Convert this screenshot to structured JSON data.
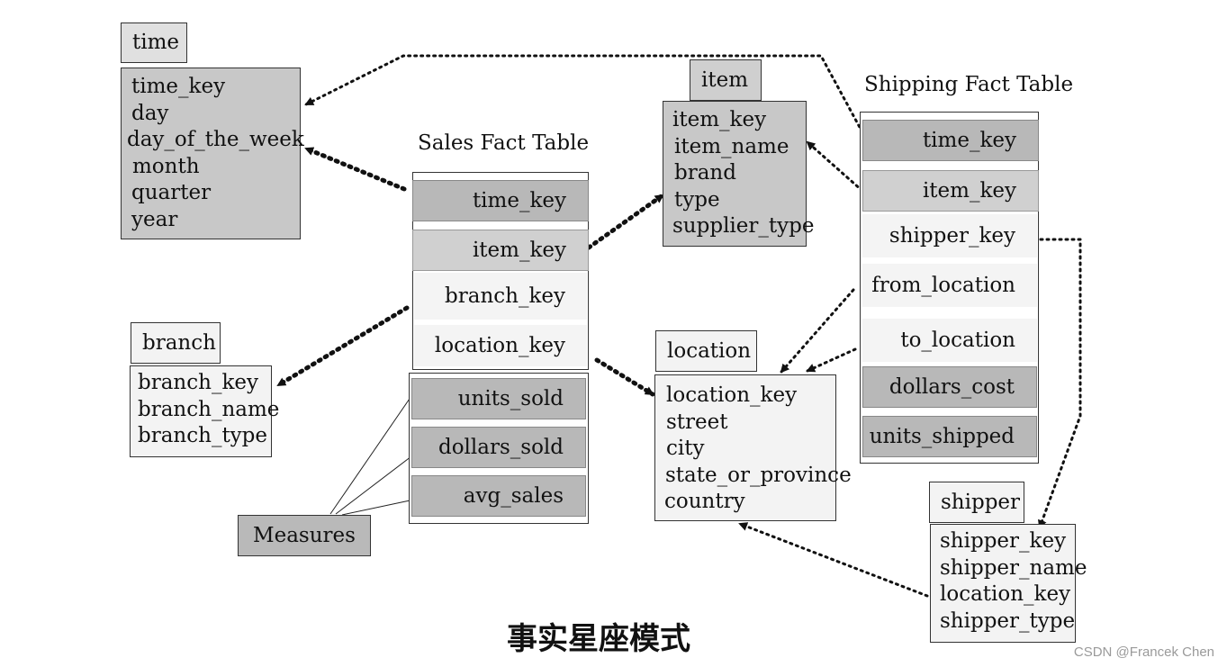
{
  "time": {
    "title": "time",
    "attributes": [
      "time_key",
      "day",
      "day_of_the_week",
      "month",
      "quarter",
      "year"
    ]
  },
  "item": {
    "title": "item",
    "attributes": [
      "item_key",
      "item_name",
      "brand",
      "type",
      "supplier_type"
    ]
  },
  "branch": {
    "title": "branch",
    "attributes": [
      "branch_key",
      "branch_name",
      "branch_type"
    ]
  },
  "location": {
    "title": "location",
    "attributes": [
      "location_key",
      "street",
      "city",
      "state_or_province",
      "country"
    ]
  },
  "shipper": {
    "title": "shipper",
    "attributes": [
      "shipper_key",
      "shipper_name",
      "location_key",
      "shipper_type"
    ]
  },
  "sales_fact": {
    "title": "Sales Fact Table",
    "keys": [
      "time_key",
      "item_key",
      "branch_key",
      "location_key"
    ],
    "measures": [
      "units_sold",
      "dollars_sold",
      "avg_sales"
    ]
  },
  "shipping_fact": {
    "title": "Shipping Fact Table",
    "keys": [
      "time_key",
      "item_key",
      "shipper_key",
      "from_location",
      "to_location"
    ],
    "measures": [
      "dollars_cost",
      "units_shipped"
    ]
  },
  "measures_label": "Measures",
  "caption": "事实星座模式",
  "watermark": "CSDN @Francek Chen"
}
